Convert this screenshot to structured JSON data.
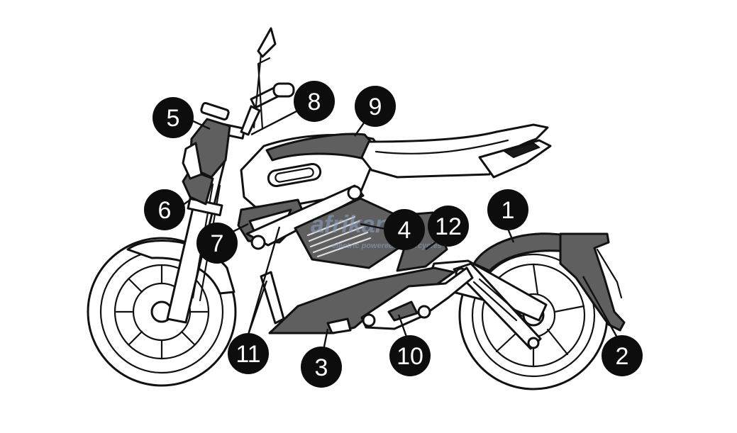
{
  "watermark": {
    "line1": "afrikan",
    "line2": "electric powered motorcycles"
  },
  "callouts": [
    {
      "id": "1",
      "label": "1"
    },
    {
      "id": "2",
      "label": "2"
    },
    {
      "id": "3",
      "label": "3"
    },
    {
      "id": "4",
      "label": "4"
    },
    {
      "id": "5",
      "label": "5"
    },
    {
      "id": "6",
      "label": "6"
    },
    {
      "id": "7",
      "label": "7"
    },
    {
      "id": "8",
      "label": "8"
    },
    {
      "id": "9",
      "label": "9"
    },
    {
      "id": "10",
      "label": "10"
    },
    {
      "id": "11",
      "label": "11"
    },
    {
      "id": "12",
      "label": "12"
    }
  ],
  "colors": {
    "highlight_parts": "#5f5f5f",
    "callout_fill": "#0d0d0d",
    "callout_text": "#ffffff",
    "outline": "#111111"
  }
}
